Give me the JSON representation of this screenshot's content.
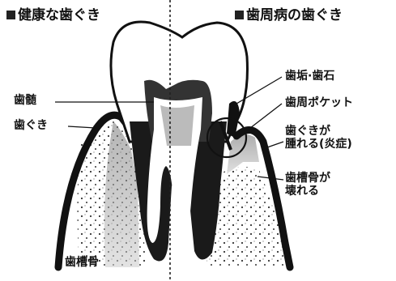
{
  "headers": {
    "healthy": "健康な歯ぐき",
    "disease": "歯周病の歯ぐき"
  },
  "labels": {
    "pulp": "歯髄",
    "gum": "歯ぐき",
    "bone_bottom": "歯槽骨",
    "calculus": "歯垢·歯石",
    "pocket": "歯周ポケット",
    "gum_swell_line1": "歯ぐきが",
    "gum_swell_line2": "腫れる(炎症)",
    "bone_break_line1": "歯槽骨が",
    "bone_break_line2": "壊れる"
  },
  "colors": {
    "ink": "#111111",
    "paper": "#ffffff"
  }
}
